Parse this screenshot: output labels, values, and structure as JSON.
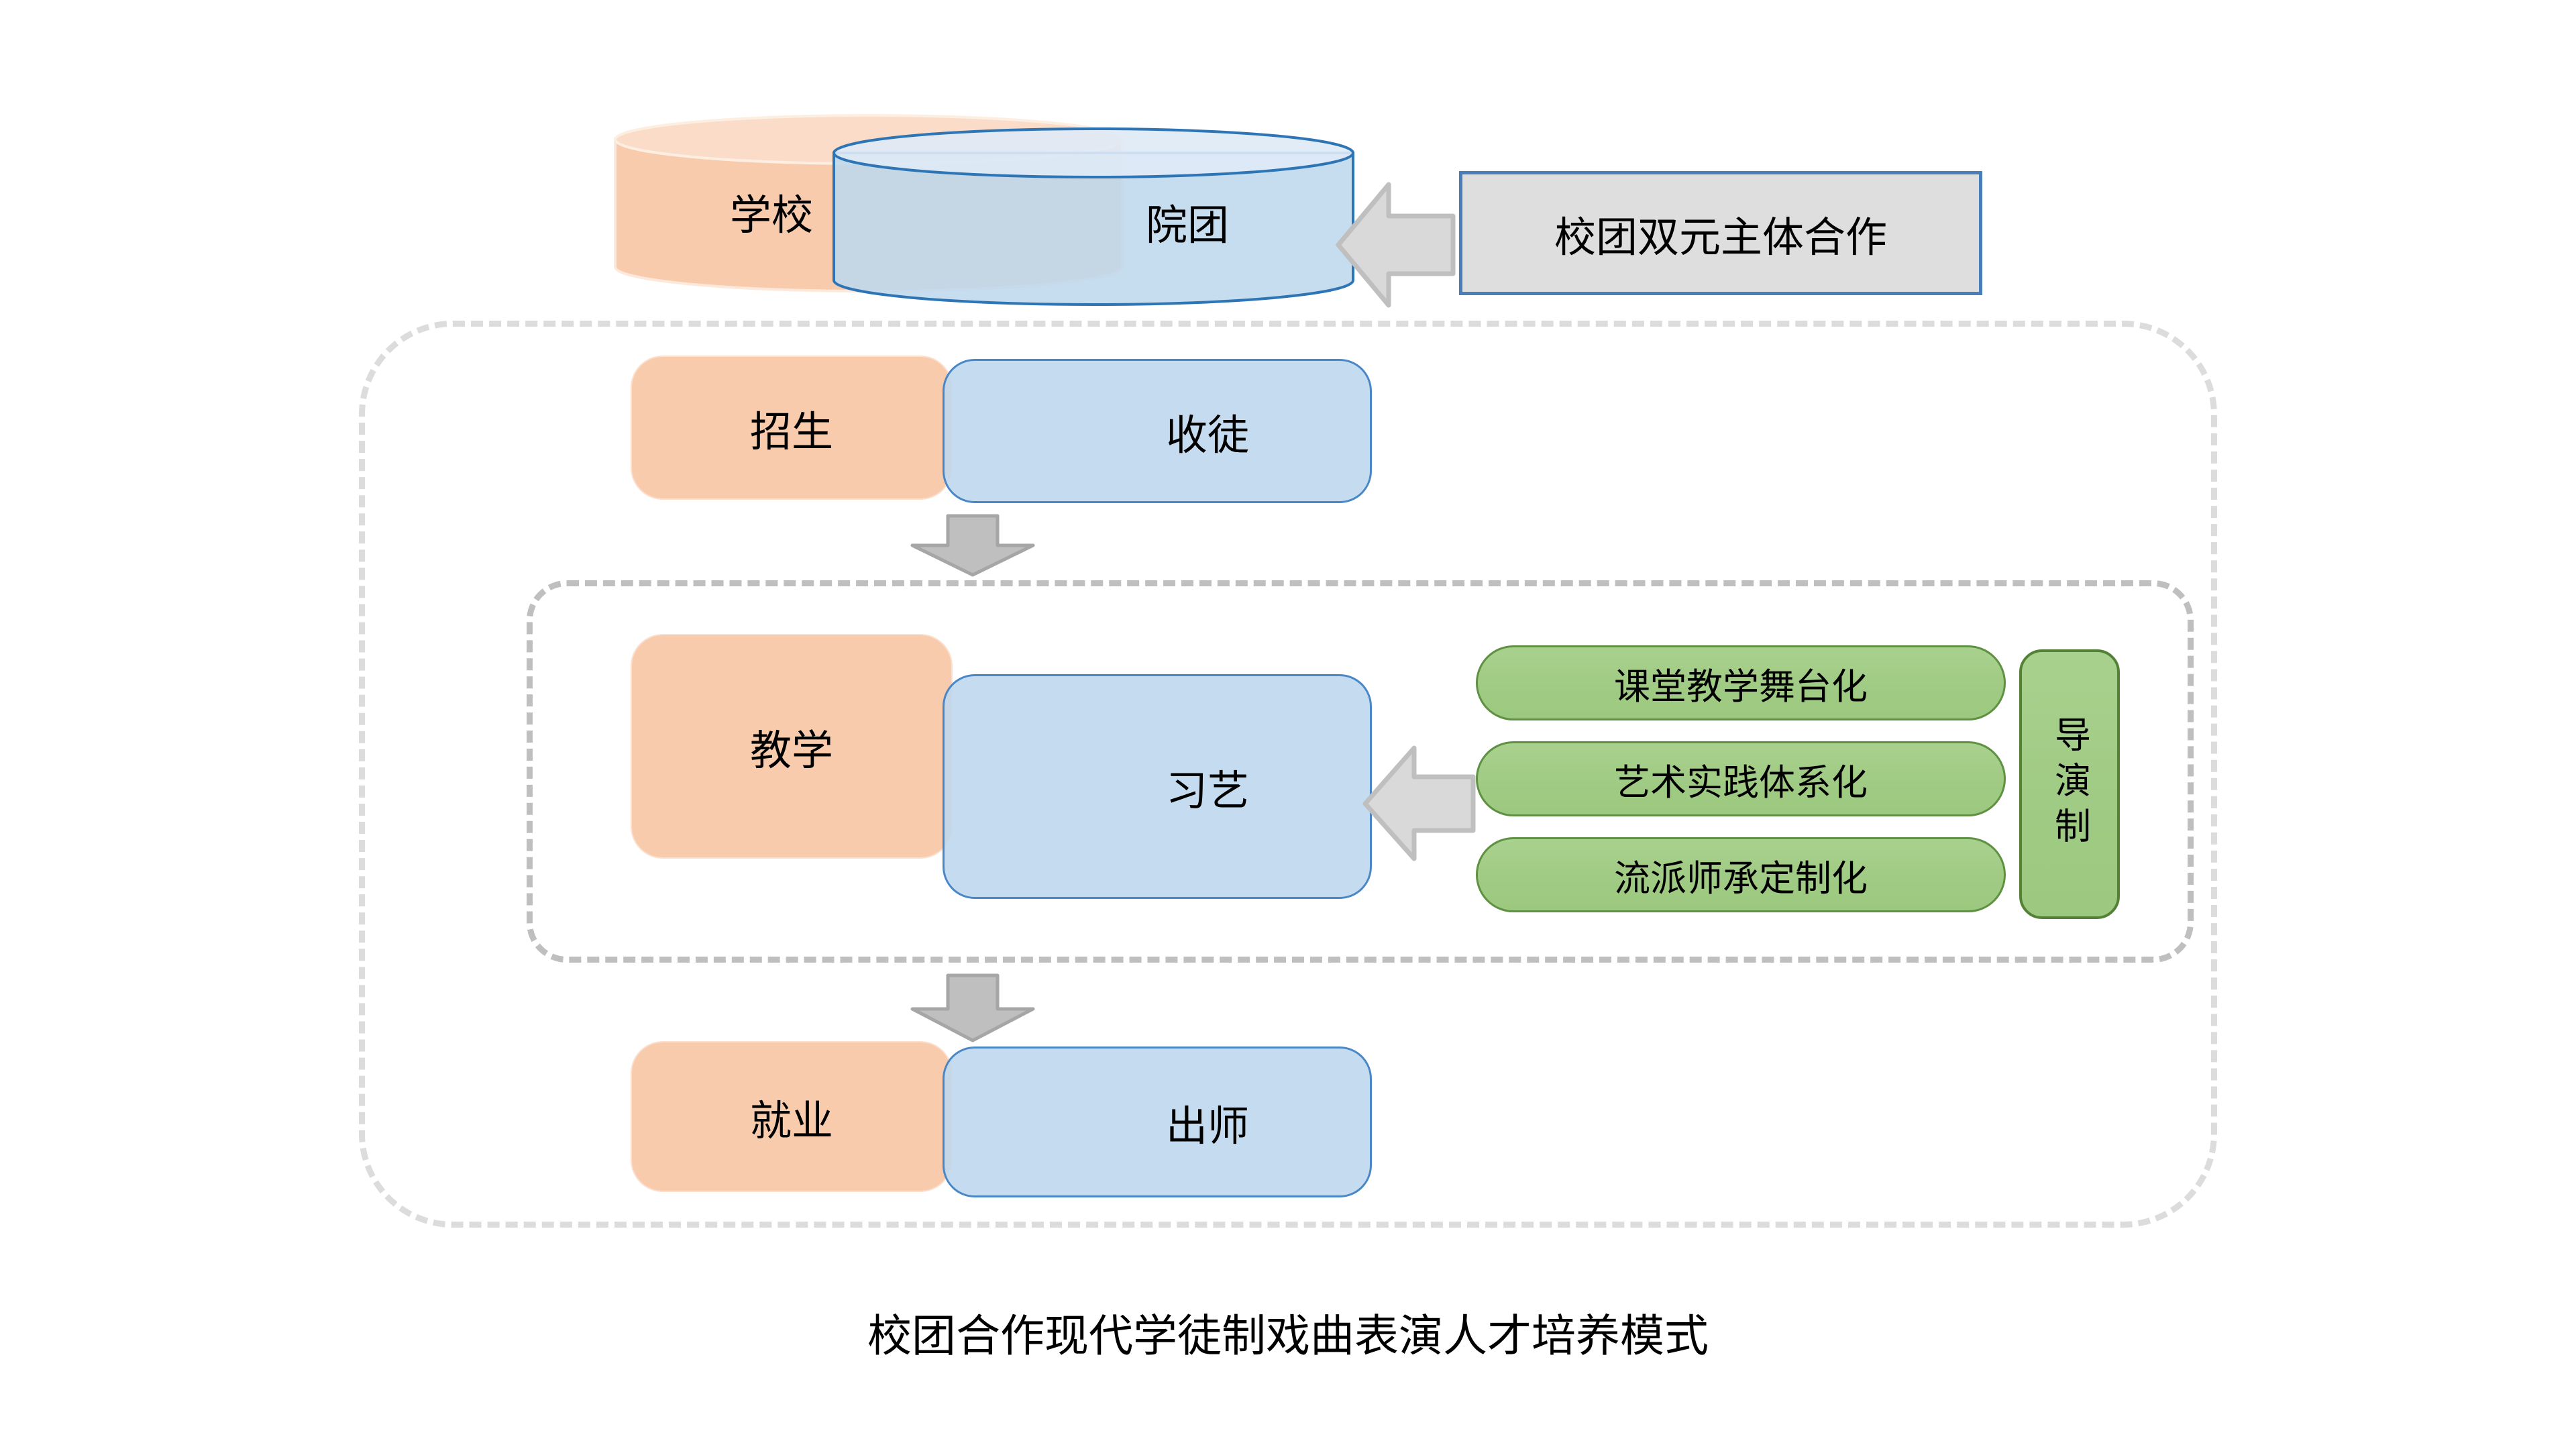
{
  "diagram": {
    "caption": "校团合作现代学徒制戏曲表演人才培养模式",
    "top_row": {
      "school_cylinder_label": "学校",
      "troupe_cylinder_label": "院团",
      "callout_label": "校团双元主体合作"
    },
    "stages": [
      {
        "school_label": "招生",
        "troupe_label": "收徒"
      },
      {
        "school_label": "教学",
        "troupe_label": "习艺"
      },
      {
        "school_label": "就业",
        "troupe_label": "出师"
      }
    ],
    "teaching_features": [
      "课堂教学舞台化",
      "艺术实践体系化",
      "流派师承定制化"
    ],
    "teaching_system_label": "导演制",
    "colors": {
      "school_orange": "#f8cbad",
      "troupe_blue": "#bdd7ee",
      "troupe_blue_border": "#4a87c7",
      "feature_green": "#a9d18e",
      "feature_green_border": "#5f9142",
      "callout_grey": "#dedede",
      "callout_border_blue": "#4a7ebb",
      "arrow_grey": "#d6d6d6",
      "dashed_outer": "#dcdcdc",
      "dashed_inner": "#bfbfbf"
    }
  }
}
